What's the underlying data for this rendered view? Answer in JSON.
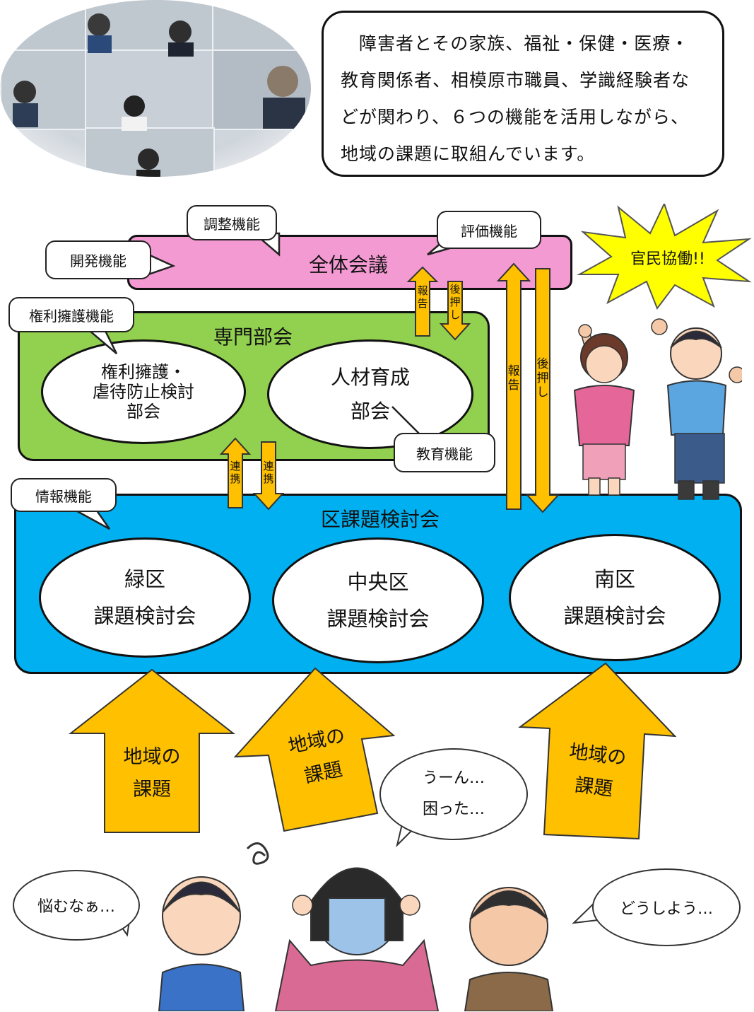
{
  "intro_text": {
    "line1": "　障害者とその家族、福祉・保健・医療・",
    "line2": "教育関係者、相模原市職員、学識経験者な",
    "line3": "どが関わり、６つの機能を活用しながら、",
    "line4": "地域の課題に取組んでいます。"
  },
  "functions": {
    "adjust": "調整機能",
    "evaluate": "評価機能",
    "develop": "開発機能",
    "rights": "権利擁護機能",
    "education": "教育機能",
    "information": "情報機能"
  },
  "starburst": "官民協働!!",
  "general_meeting": "全体会議",
  "specialist": {
    "title": "専門部会",
    "rights_committee": [
      "権利擁護・",
      "虐待防止検討",
      "部会"
    ],
    "hr_committee": [
      "人材育成",
      "部会"
    ]
  },
  "ward_meeting": {
    "title": "区課題検討会",
    "midori": [
      "緑区",
      "課題検討会"
    ],
    "chuo": [
      "中央区",
      "課題検討会"
    ],
    "minami": [
      "南区",
      "課題検討会"
    ]
  },
  "arrows": {
    "report": "報告",
    "push": "後押し",
    "link": "連携"
  },
  "local_issue": [
    "地域の",
    "課題"
  ],
  "speech": {
    "hmm": [
      "うーん…",
      "困った…"
    ],
    "worry": "悩むなぁ…",
    "what": "どうしよう…"
  },
  "colors": {
    "pink": "#f49ad3",
    "green": "#92d050",
    "blue": "#00b0f0",
    "arrow": "#ffc000",
    "star": "#ffff00"
  }
}
